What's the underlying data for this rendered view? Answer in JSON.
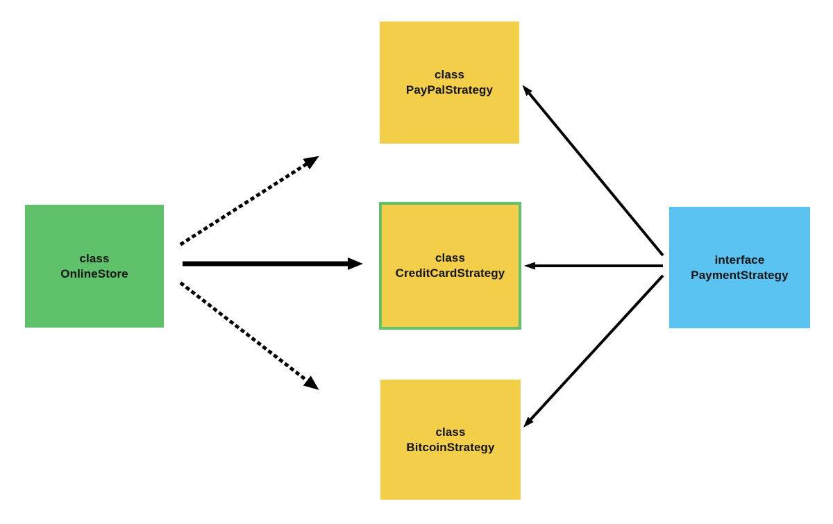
{
  "diagram": {
    "nodes": [
      {
        "id": "online-store",
        "kind": "class",
        "name": "OnlineStore",
        "fill": "#5fc26a"
      },
      {
        "id": "paypal-strategy",
        "kind": "class",
        "name": "PayPalStrategy",
        "fill": "#f2ce49"
      },
      {
        "id": "creditcard-strategy",
        "kind": "class",
        "name": "CreditCardStrategy",
        "fill": "#f2ce49",
        "border": "#5fc26a"
      },
      {
        "id": "bitcoin-strategy",
        "kind": "class",
        "name": "BitcoinStrategy",
        "fill": "#f2ce49"
      },
      {
        "id": "payment-strategy",
        "kind": "interface",
        "name": "PaymentStrategy",
        "fill": "#5ac3f1"
      }
    ],
    "edges": [
      {
        "from": "online-store",
        "to": "paypal-strategy",
        "style": "dotted-arrow"
      },
      {
        "from": "online-store",
        "to": "creditcard-strategy",
        "style": "bold-solid-arrow"
      },
      {
        "from": "online-store",
        "to": "bitcoin-strategy",
        "style": "dotted-arrow"
      },
      {
        "from": "payment-strategy",
        "to": "paypal-strategy",
        "style": "thin-solid-arrow"
      },
      {
        "from": "payment-strategy",
        "to": "creditcard-strategy",
        "style": "thin-solid-arrow"
      },
      {
        "from": "payment-strategy",
        "to": "bitcoin-strategy",
        "style": "thin-solid-arrow"
      }
    ],
    "colors": {
      "class_green": "#5fc26a",
      "class_yellow": "#f2ce49",
      "interface_blue": "#5ac3f1",
      "highlight_border_green": "#5fc26a",
      "arrow_black": "#000000",
      "text": "#131313",
      "background": "#ffffff"
    }
  }
}
